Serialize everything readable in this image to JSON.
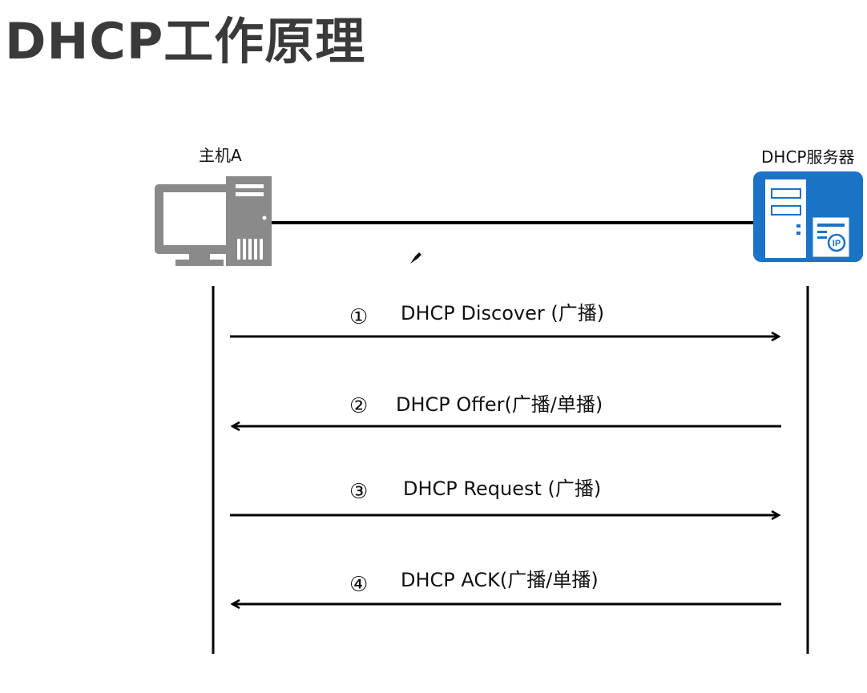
{
  "title": "DHCP工作原理",
  "nodes": {
    "host": {
      "label": "主机A",
      "icon": "computer-icon"
    },
    "server": {
      "label": "DHCP服务器",
      "icon": "dhcp-server-icon",
      "color": "#1a73c6"
    }
  },
  "messages": [
    {
      "num": "①",
      "text": "DHCP Discover (广播)",
      "direction": "host-to-server"
    },
    {
      "num": "②",
      "text": "DHCP Offer(广播/单播)",
      "direction": "server-to-host"
    },
    {
      "num": "③",
      "text": "DHCP Request (广播)",
      "direction": "host-to-server"
    },
    {
      "num": "④",
      "text": "DHCP ACK(广播/单播)",
      "direction": "server-to-host"
    }
  ],
  "colors": {
    "title": "#3a3a3a",
    "computer": "#8a8a8a",
    "server": "#1a73c6",
    "line": "#000000"
  }
}
